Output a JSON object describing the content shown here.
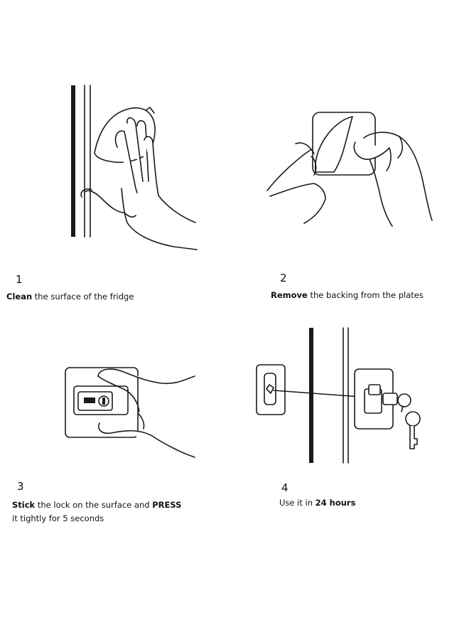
{
  "steps": [
    {
      "number": "1",
      "caption": [
        {
          "bold": "Clean",
          "rest": " the surface of the fridge"
        }
      ]
    },
    {
      "number": "2",
      "caption": [
        {
          "bold": "Remove",
          "rest": " the backing from the plates"
        }
      ]
    },
    {
      "number": "3",
      "caption": [
        {
          "bold": "Stick",
          "mid": " the lock on the surface and ",
          "bold2": "PRESS"
        },
        {
          "rest": "it tightly for 5 seconds"
        }
      ]
    },
    {
      "number": "4",
      "caption": [
        {
          "rest": "Use it in ",
          "bold": "24 hours"
        }
      ]
    }
  ],
  "icons": {
    "step1": "hand-wiping-fridge-icon",
    "step2": "hands-peeling-backing-icon",
    "step3": "hand-pressing-lock-icon",
    "step4": "installed-lock-with-keys-icon"
  }
}
